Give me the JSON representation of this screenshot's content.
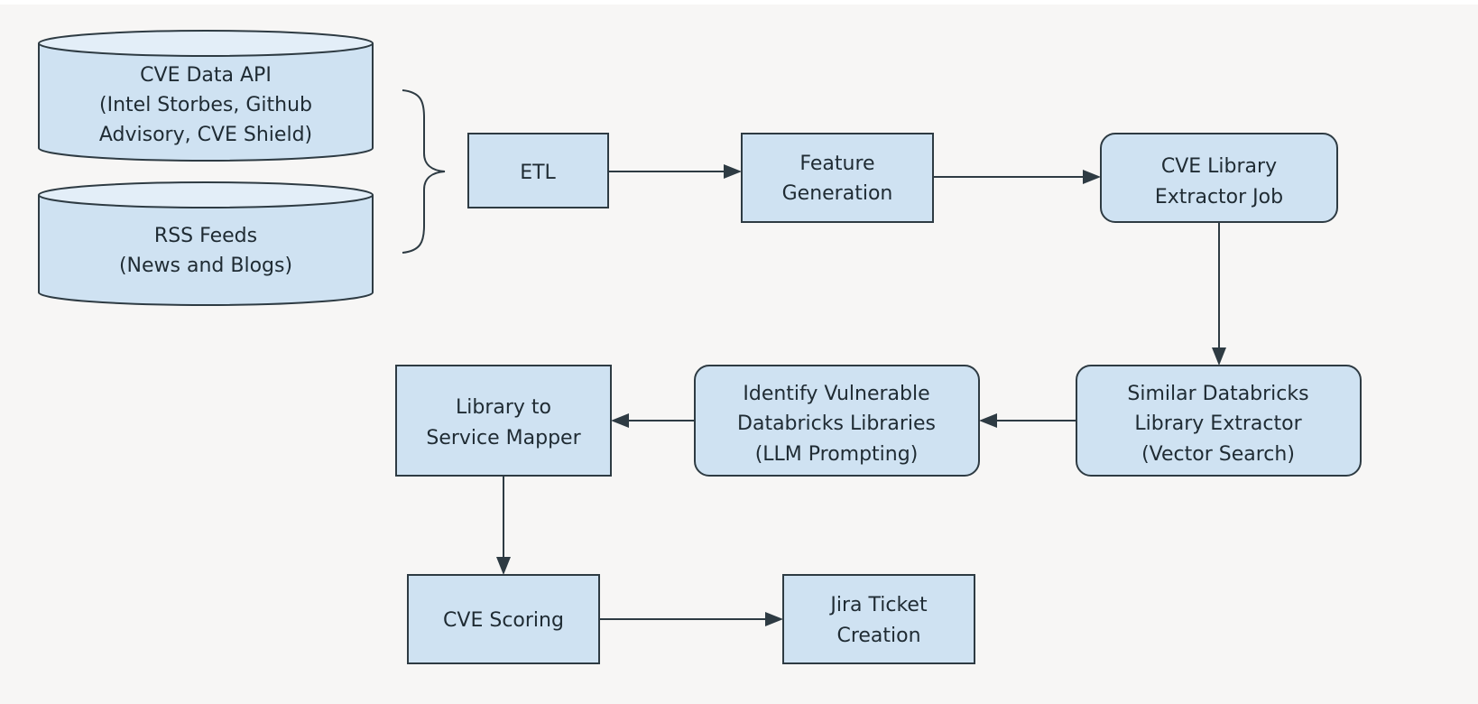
{
  "diagram": {
    "colors": {
      "node_fill": "#cfe2f2",
      "stroke": "#2e3b43",
      "text": "#1f2b33",
      "background": "#f7f6f5"
    },
    "sources": [
      {
        "id": "cve-data-api",
        "lines": [
          "CVE Data API",
          "(Intel Storbes, Github",
          "Advisory, CVE Shield)"
        ]
      },
      {
        "id": "rss-feeds",
        "lines": [
          "RSS Feeds",
          "(News and Blogs)"
        ]
      }
    ],
    "nodes": [
      {
        "id": "etl",
        "lines": [
          "ETL"
        ]
      },
      {
        "id": "feature-generation",
        "lines": [
          "Feature",
          "Generation"
        ]
      },
      {
        "id": "cve-library-extractor-job",
        "lines": [
          "CVE Library",
          "Extractor Job"
        ]
      },
      {
        "id": "similar-databricks-library-extractor",
        "lines": [
          "Similar Databricks",
          "Library Extractor",
          "(Vector Search)"
        ]
      },
      {
        "id": "identify-vulnerable-databricks-libraries",
        "lines": [
          "Identify Vulnerable",
          "Databricks Libraries",
          "(LLM Prompting)"
        ]
      },
      {
        "id": "library-to-service-mapper",
        "lines": [
          "Library to",
          "Service Mapper"
        ]
      },
      {
        "id": "cve-scoring",
        "lines": [
          "CVE Scoring"
        ]
      },
      {
        "id": "jira-ticket-creation",
        "lines": [
          "Jira Ticket",
          "Creation"
        ]
      }
    ],
    "edges": [
      {
        "from": "sources",
        "to": "etl"
      },
      {
        "from": "etl",
        "to": "feature-generation"
      },
      {
        "from": "feature-generation",
        "to": "cve-library-extractor-job"
      },
      {
        "from": "cve-library-extractor-job",
        "to": "similar-databricks-library-extractor"
      },
      {
        "from": "similar-databricks-library-extractor",
        "to": "identify-vulnerable-databricks-libraries"
      },
      {
        "from": "identify-vulnerable-databricks-libraries",
        "to": "library-to-service-mapper"
      },
      {
        "from": "library-to-service-mapper",
        "to": "cve-scoring"
      },
      {
        "from": "cve-scoring",
        "to": "jira-ticket-creation"
      }
    ]
  }
}
